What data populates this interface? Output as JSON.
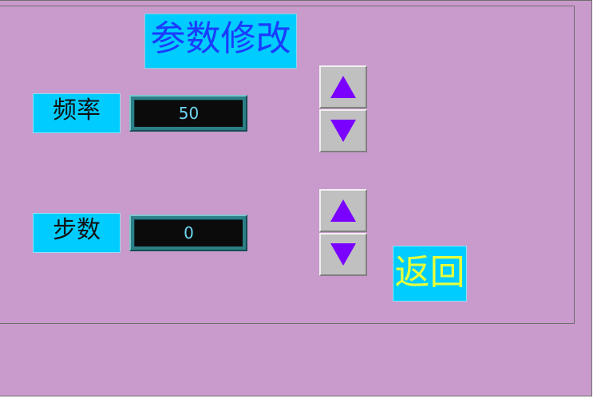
{
  "title": "参数修改",
  "fields": [
    {
      "label": "频率",
      "value": "50"
    },
    {
      "label": "步数",
      "value": "0"
    }
  ],
  "return_label": "返回",
  "colors": {
    "background": "#c99acc",
    "label_bg": "#00ccff",
    "title_text": "#1a3cff",
    "return_text": "#e6ff3a",
    "arrow": "#7a00ff",
    "value_text": "#6fd6f0"
  },
  "icons": {
    "increment": "triangle-up-icon",
    "decrement": "triangle-down-icon"
  }
}
